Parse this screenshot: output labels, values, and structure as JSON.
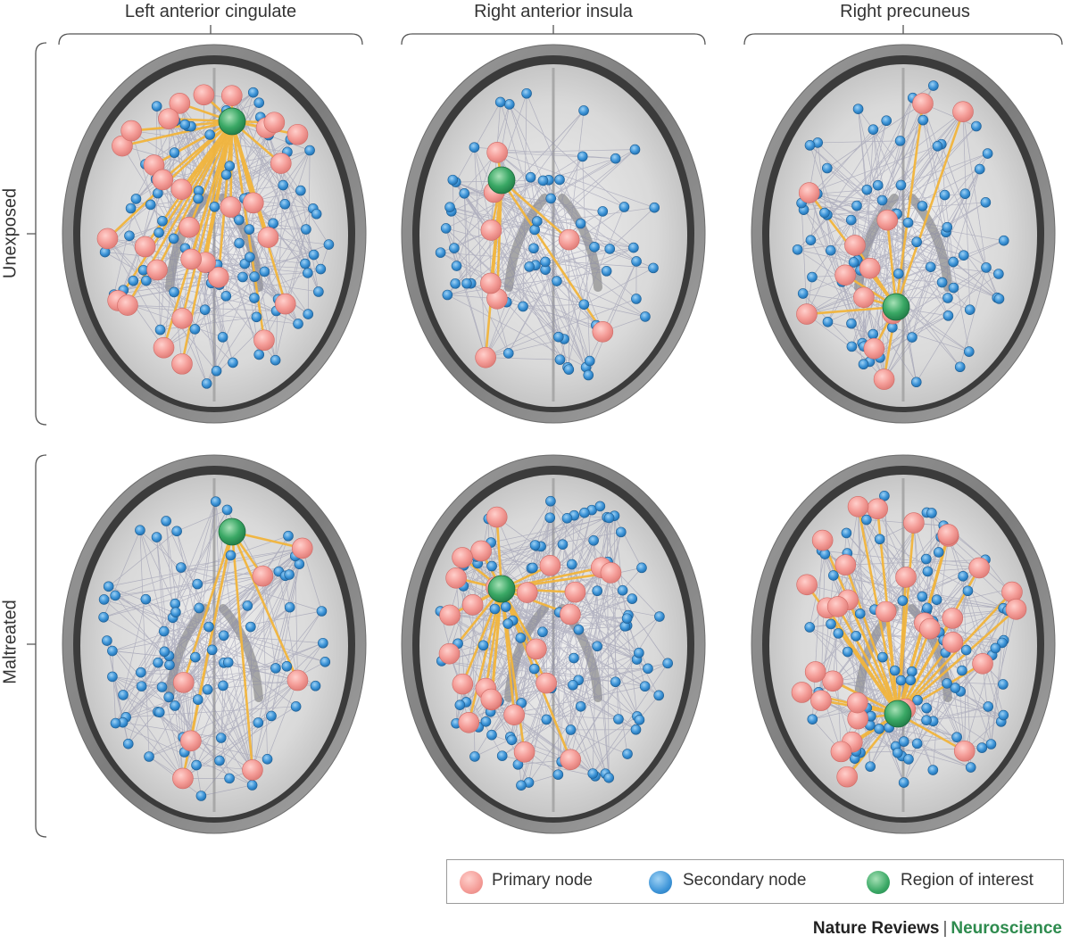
{
  "columns": [
    "Left anterior cingulate",
    "Right anterior insula",
    "Right precuneus"
  ],
  "rows": [
    "Unexposed",
    "Maltreated"
  ],
  "legend": {
    "primary": "Primary node",
    "secondary": "Secondary node",
    "roi": "Region of interest"
  },
  "credit": {
    "journal_prefix": "Nature Reviews",
    "separator": "|",
    "journal_name": "Neuroscience"
  },
  "colors": {
    "primary": "#f4a09c",
    "secondary": "#3f95d6",
    "roi": "#3aa865",
    "primary_edge": "#f2b53c",
    "secondary_edge": "#8c8ca6",
    "journal_accent": "#2e8b4e"
  }
}
